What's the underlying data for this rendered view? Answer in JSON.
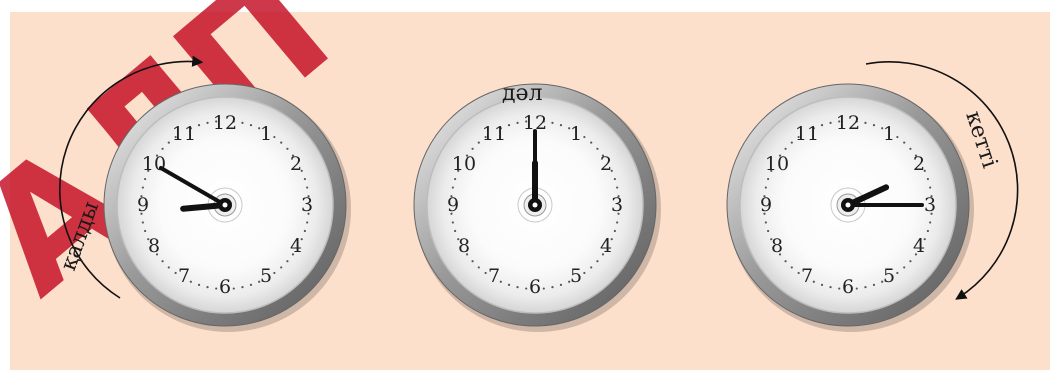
{
  "watermark": "АЛП",
  "labels": {
    "before": "қалды",
    "exact": "дәл",
    "after": "кетті"
  },
  "clock_numbers": [
    "12",
    "1",
    "2",
    "3",
    "4",
    "5",
    "6",
    "7",
    "8",
    "9",
    "10",
    "11"
  ],
  "clocks": [
    {
      "id": "before",
      "hour": 8.83,
      "minute": 50
    },
    {
      "id": "exact",
      "hour": 12,
      "minute": 0
    },
    {
      "id": "after",
      "hour": 2.17,
      "minute": 15
    }
  ],
  "colors": {
    "background": "#fde0cc",
    "watermark": "#c00018",
    "hands": "#111111"
  }
}
